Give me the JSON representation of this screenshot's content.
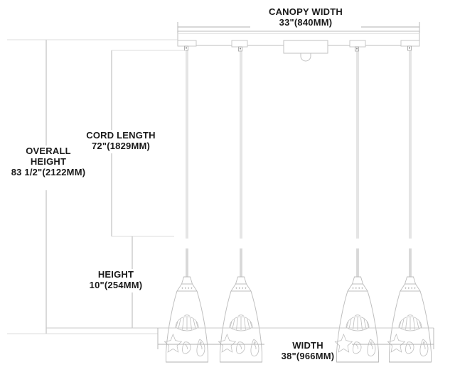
{
  "drawing": {
    "title": "Pendant Light Dimension Drawing",
    "line_color": "#b8b8b8",
    "dim_line_color": "#a8a8a8",
    "text_color": "#1a1a1a",
    "background": "#ffffff",
    "fixture_type": "4-light linear pendant with bell-shaped seashell motif glass shades"
  },
  "dimensions": {
    "canopy_width": {
      "name": "CANOPY WIDTH",
      "value": "33\"(840MM)",
      "inches": 33,
      "mm": 840
    },
    "cord_length": {
      "name": "CORD LENGTH",
      "value": "72\"(1829MM)",
      "inches": 72,
      "mm": 1829
    },
    "overall_height": {
      "name_line1": "OVERALL",
      "name_line2": "HEIGHT",
      "value": "83 1/2\"(2122MM)",
      "inches": 83.5,
      "mm": 2122
    },
    "shade_height": {
      "name": "HEIGHT",
      "value": "10\"(254MM)",
      "inches": 10,
      "mm": 254
    },
    "overall_width": {
      "name": "WIDTH",
      "value": "38\"(966MM)",
      "inches": 38,
      "mm": 966
    }
  },
  "shades": {
    "count": 4,
    "motifs": [
      "scallop-shell",
      "starfish",
      "clam-shell",
      "angel-fish"
    ]
  }
}
